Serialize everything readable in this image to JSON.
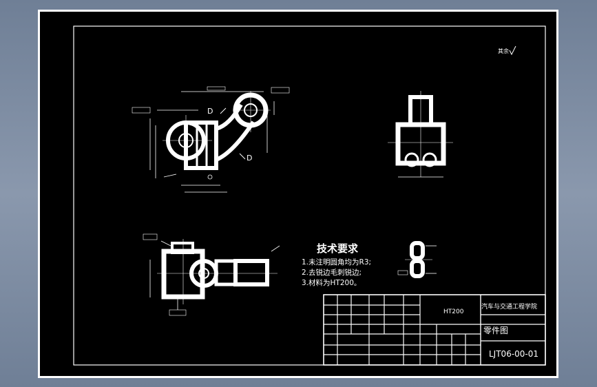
{
  "drawing": {
    "roughness_mark": "其余",
    "section_label_left": "D",
    "section_label_right": "D",
    "tech_requirements": {
      "title": "技术要求",
      "items": [
        "1.未注明圆角均为R3;",
        "2.去锐边毛刺锐边;",
        "3.材料为HT200。"
      ]
    },
    "title_block": {
      "material": "HT200",
      "school": "汽车与交通工程学院",
      "drawing_name": "零件图",
      "drawing_number": "LJT06-00-01"
    }
  },
  "colors": {
    "background": "#000000",
    "lines": "#ffffff",
    "viewport_bg": "#7d8ba0"
  }
}
